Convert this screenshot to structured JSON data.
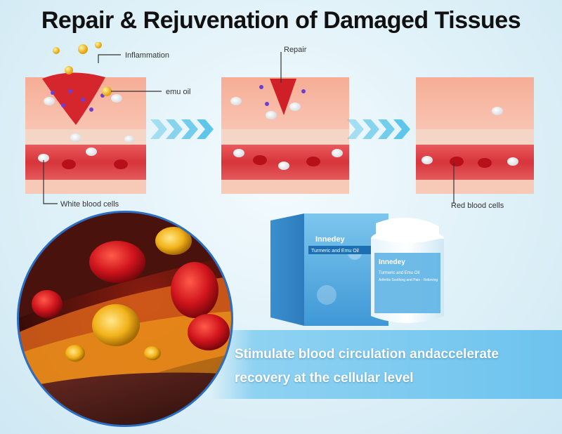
{
  "title": "Repair & Rejuvenation of Damaged Tissues",
  "labels": {
    "inflammation": "Inflammation",
    "emu_oil": "emu oil",
    "repair": "Repair",
    "white_blood_cells": "White blood cells",
    "red_blood_cells": "Red blood cells"
  },
  "product": {
    "brand": "Innedey",
    "name": "Turmeric and Emu Oil",
    "tagline": "Arthritis Soothing and Pain - Relieving"
  },
  "banner": {
    "line1": "Stimulate blood circulation andaccelerate",
    "line2": "recovery at the cellular level"
  },
  "colors": {
    "skin": "#f7b9a2",
    "vessel": "#d9343a",
    "blood_cell": "#b8101a",
    "chevron": "#5ec6ea",
    "banner": "#6cc3ee",
    "box": "#4aa6de"
  }
}
